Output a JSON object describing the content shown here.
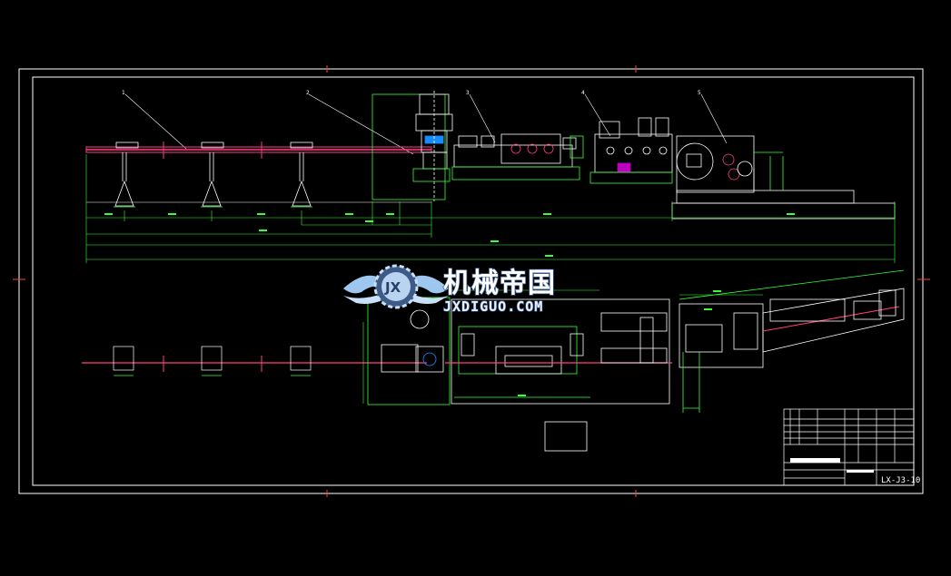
{
  "colors": {
    "background": "#000000",
    "frame": "#ffffff",
    "dimension": "#36ff36",
    "material_line": "#ff3d8a",
    "component": "#ffffff",
    "accent": "#c000c0"
  },
  "callouts": [
    "1",
    "2",
    "3",
    "4",
    "5"
  ],
  "watermark": {
    "logo_letters": "JX",
    "title": "机械帝国",
    "subtitle": "JXDIGUO.COM"
  },
  "title_block": {
    "drawing_code": "LX-J3-10"
  }
}
